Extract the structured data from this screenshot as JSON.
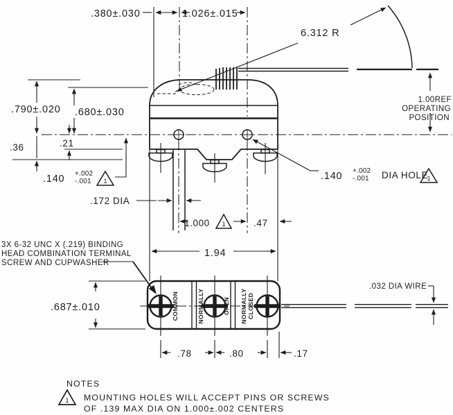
{
  "dims": {
    "d380": ".380±.030",
    "d1026": "1.026±.015",
    "radius": "6.312 R",
    "op1": "1.00REF",
    "op2": "OPERATING",
    "op3": "POSITION",
    "d790": ".790±.020",
    "d680": ".680±.030",
    "d36": ".36",
    "d21": ".21",
    "d140": ".140",
    "tolp": "+.002",
    "tolm": "-.001",
    "diahole": "DIA HOLE",
    "d172": ".172 DIA",
    "d1000": "1.000",
    "d47": ".47",
    "d194": "1.94",
    "d687": ".687±.010",
    "d78": ".78",
    "d80": ".80",
    "d17": ".17",
    "wire": ".032 DIA WIRE"
  },
  "flag": "1",
  "screw_note": [
    "3X 6-32 UNC X (.219) BINDING",
    "HEAD COMBINATION TERMINAL",
    "SCREW AND CUPWASHER"
  ],
  "terminals": {
    "common": "COMMON",
    "no_a": "NORMALLY",
    "no_b": "OPEN",
    "nc_a": "NORMALLY",
    "nc_b": "CLOSED"
  },
  "notes": {
    "title": "NOTES",
    "n1a": "MOUNTING HOLES WILL ACCEPT PINS OR SCREWS",
    "n1b": "OF .139 MAX DIA ON 1.000±.002 CENTERS"
  }
}
